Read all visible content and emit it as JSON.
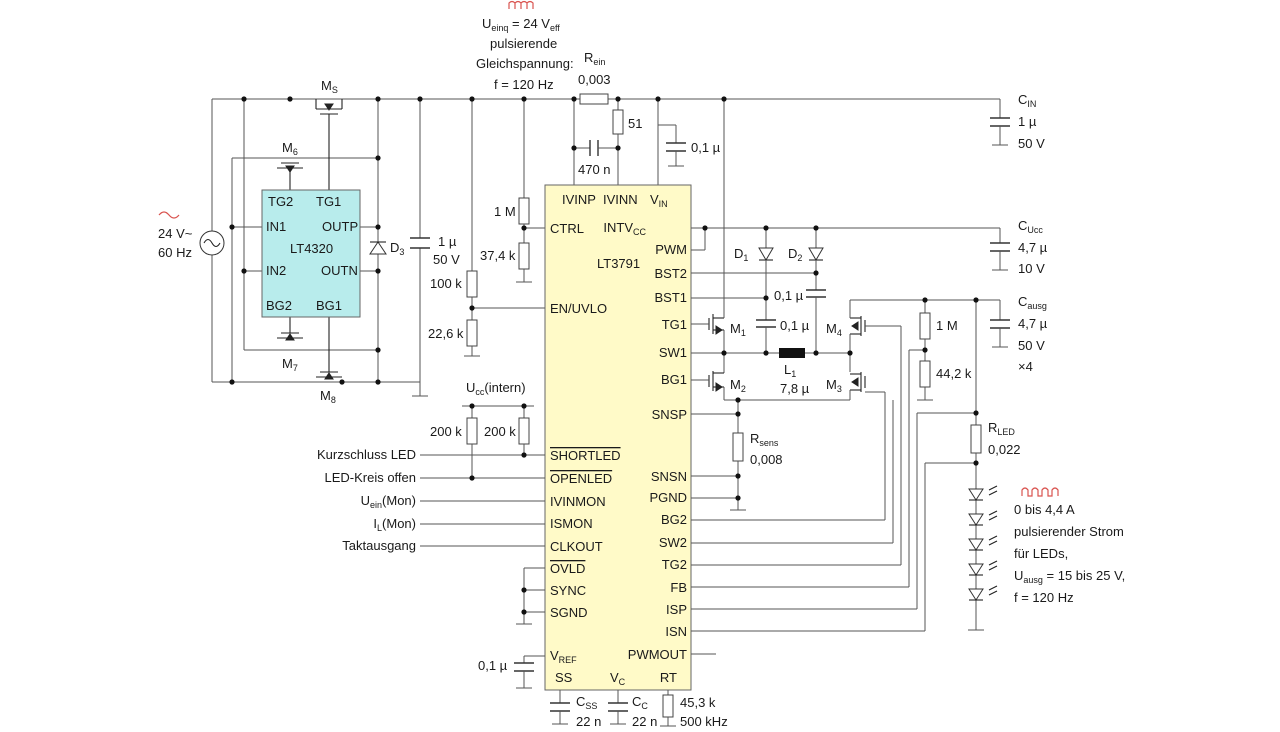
{
  "colors": {
    "ic_fill": "#fffac8",
    "controller_fill": "#b8ecec",
    "waveform": "#d9534f",
    "wire": "#555555"
  },
  "icons": {
    "ac_source": "ac-source-icon",
    "input_waveform": "pulse-waveform-icon",
    "output_waveform": "pulse-waveform-icon",
    "sine": "sine-wave-icon"
  },
  "input_spec": {
    "line1": "U",
    "line1_sub": "einq",
    "line1_rest": " = 24 V",
    "line1_sub2": "eff",
    "line2": "pulsierende",
    "line3": "Gleichspannung:",
    "line4": "f = 120 Hz"
  },
  "source": {
    "line1": "24 V~",
    "line2": "60 Hz"
  },
  "lt4320": {
    "name": "LT4320",
    "pins": {
      "tg2": "TG2",
      "tg1": "TG1",
      "in1": "IN1",
      "outp": "OUTP",
      "in2": "IN2",
      "outn": "OUTN",
      "bg2": "BG2",
      "bg1": "BG1"
    }
  },
  "lt3791": {
    "name": "LT3791",
    "top_pins": {
      "ivinp": "IVINP",
      "ivinn": "IVINN",
      "vin": "V",
      "vin_sub": "IN"
    },
    "left_pins": {
      "ctrl": "CTRL",
      "en_uvlo": "EN/UVLO",
      "shortled": "SHORTLED",
      "openled": "OPENLED",
      "ivinmon": "IVINMON",
      "ismon": "ISMON",
      "clkout": "CLKOUT",
      "ovld": "OVLD",
      "sync": "SYNC",
      "sgnd": "SGND",
      "vref": "V",
      "vref_sub": "REF",
      "ss": "SS"
    },
    "right_pins": {
      "intvcc": "INTV",
      "intvcc_sub": "CC",
      "pwm": "PWM",
      "bst2": "BST2",
      "bst1": "BST1",
      "tg1": "TG1",
      "sw1": "SW1",
      "bg1": "BG1",
      "snsp": "SNSP",
      "snsn": "SNSN",
      "pgnd": "PGND",
      "bg2": "BG2",
      "sw2": "SW2",
      "tg2": "TG2",
      "fb": "FB",
      "isp": "ISP",
      "isn": "ISN",
      "pwmout": "PWMOUT",
      "rt": "RT"
    },
    "bottom_pins": {
      "vc": "V",
      "vc_sub": "C"
    }
  },
  "components": {
    "ms": {
      "name": "M",
      "sub": "S"
    },
    "m6": {
      "name": "M",
      "sub": "6"
    },
    "m7": {
      "name": "M",
      "sub": "7"
    },
    "m8": {
      "name": "M",
      "sub": "8"
    },
    "d3": {
      "name": "D",
      "sub": "3"
    },
    "c_1u_50v": {
      "value1": "1 µ",
      "value2": "50 V"
    },
    "r_100k": "100 k",
    "r_22k6": "22,6 k",
    "r_1m_ctrl": "1 M",
    "r_37k4": "37,4 k",
    "rein": {
      "name": "R",
      "sub": "ein",
      "value": "0,003"
    },
    "r_51": "51",
    "c_470n": "470 n",
    "c_01u_top": "0,1 µ",
    "cin": {
      "name": "C",
      "sub": "IN",
      "value1": "1 µ",
      "value2": "50 V"
    },
    "cucc": {
      "name": "C",
      "sub": "Ucc",
      "value1": "4,7 µ",
      "value2": "10 V"
    },
    "d1": {
      "name": "D",
      "sub": "1"
    },
    "d2": {
      "name": "D",
      "sub": "2"
    },
    "c_bst2": "0,1 µ",
    "c_bst1": "0,1 µ",
    "m1": {
      "name": "M",
      "sub": "1"
    },
    "m2": {
      "name": "M",
      "sub": "2"
    },
    "m3": {
      "name": "M",
      "sub": "3"
    },
    "m4": {
      "name": "M",
      "sub": "4"
    },
    "l1": {
      "name": "L",
      "sub": "1",
      "value": "7,8 µ"
    },
    "r_1m_fb": "1 M",
    "r_44k2": "44,2 k",
    "causg": {
      "name": "C",
      "sub": "ausg",
      "value1": "4,7 µ",
      "value2": "50 V",
      "value3": "×4"
    },
    "rsens": {
      "name": "R",
      "sub": "sens",
      "value": "0,008"
    },
    "rled": {
      "name": "R",
      "sub": "LED",
      "value": "0,022"
    },
    "ucc_intern": {
      "name": "U",
      "sub": "cc",
      "rest": "(intern)"
    },
    "r_200k_a": "200 k",
    "r_200k_b": "200 k",
    "c_vref": "0,1 µ",
    "css": {
      "name": "C",
      "sub": "SS",
      "value": "22 n"
    },
    "cc": {
      "name": "C",
      "sub": "C",
      "value": "22 n"
    },
    "r_rt": {
      "value1": "45,3 k",
      "value2": "500 kHz"
    }
  },
  "signals": {
    "kurzschluss": "Kurzschluss LED",
    "led_kreis": "LED-Kreis offen",
    "uein_mon": {
      "name": "U",
      "sub": "ein",
      "rest": "(Mon)"
    },
    "il_mon": {
      "name": "I",
      "sub": "L",
      "rest": "(Mon)"
    },
    "takt": "Taktausgang"
  },
  "output_spec": {
    "line1": "0 bis 4,4 A",
    "line2": "pulsierender Strom",
    "line3": "für LEDs,",
    "line4": "U",
    "line4_sub": "ausg",
    "line4_rest": " = 15 bis 25 V,",
    "line5": "f = 120 Hz"
  }
}
